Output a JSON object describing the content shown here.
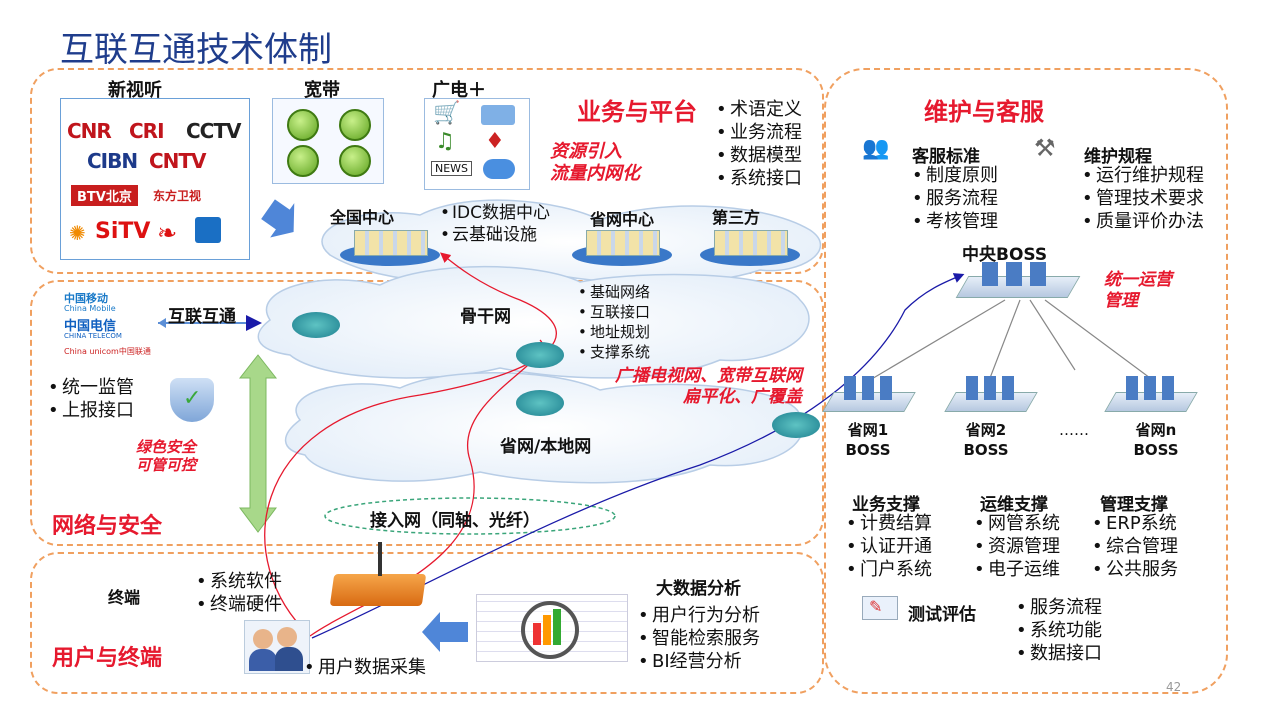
{
  "title": "互联互通技术体制",
  "page_number": "42",
  "business": {
    "heading": "业务与平台",
    "bullets": [
      "术语定义",
      "业务流程",
      "数据模型",
      "系统接口"
    ],
    "resource_text1": "资源引入",
    "resource_text2": "流量内网化",
    "new_av": {
      "heading": "新视听",
      "logos": [
        "CNR",
        "CRI",
        "CCTV",
        "CIBN",
        "CNTV",
        "BTV北京",
        "东方卫视",
        "SiTV"
      ]
    },
    "broadband": {
      "heading": "宽带"
    },
    "broadcast_plus": {
      "heading": "广电＋"
    },
    "national_center": "全国中心",
    "national_bullets": [
      "IDC数据中心",
      "云基础设施"
    ],
    "provincial_center": "省网中心",
    "third_party": "第三方"
  },
  "network": {
    "heading": "网络与安全",
    "carriers": [
      "中国移动",
      "China Mobile",
      "中国电信",
      "CHINA TELECOM",
      "China unicom中国联通"
    ],
    "interconnect": "互联互通",
    "sec_bullets": [
      "统一监管",
      "上报接口"
    ],
    "green_text1": "绿色安全",
    "green_text2": "可管可控",
    "backbone": "骨干网",
    "backbone_bullets": [
      "基础网络",
      "互联接口",
      "地址规划",
      "支撑系统"
    ],
    "broadcast_text1": "广播电视网、宽带互联网",
    "broadcast_text2": "扁平化、广覆盖",
    "provincial_net": "省网/本地网",
    "access_net": "接入网（同轴、光纤）"
  },
  "terminal": {
    "heading": "用户与终端",
    "label": "终端",
    "bullets": [
      "系统软件",
      "终端硬件"
    ],
    "user_data": "用户数据采集",
    "bigdata_heading": "大数据分析",
    "bigdata_bullets": [
      "用户行为分析",
      "智能检索服务",
      "BI经营分析"
    ]
  },
  "maintenance": {
    "heading": "维护与客服",
    "service_std": {
      "heading": "客服标准",
      "bullets": [
        "制度原则",
        "服务流程",
        "考核管理"
      ]
    },
    "maint_rules": {
      "heading": "维护规程",
      "bullets": [
        "运行维护规程",
        "管理技术要求",
        "质量评价办法"
      ]
    },
    "central_boss": "中央BOSS",
    "unified_text1": "统一运营",
    "unified_text2": "管理",
    "boss_nodes": [
      {
        "line1": "省网1",
        "line2": "BOSS"
      },
      {
        "line1": "省网2",
        "line2": "BOSS"
      },
      {
        "line1": "……",
        "line2": ""
      },
      {
        "line1": "省网n",
        "line2": "BOSS"
      }
    ],
    "support": [
      {
        "heading": "业务支撑",
        "bullets": [
          "计费结算",
          "认证开通",
          "门户系统"
        ]
      },
      {
        "heading": "运维支撑",
        "bullets": [
          "网管系统",
          "资源管理",
          "电子运维"
        ]
      },
      {
        "heading": "管理支撑",
        "bullets": [
          "ERP系统",
          "综合管理",
          "公共服务"
        ]
      }
    ],
    "testing": {
      "heading": "测试评估",
      "bullets": [
        "服务流程",
        "系统功能",
        "数据接口"
      ]
    }
  },
  "colors": {
    "title": "#1f3d8c",
    "accent_red": "#e6192e",
    "dashed_border": "#f0a060",
    "arrow_blue": "#2e6fd1",
    "arrow_green": "#8ccb6a"
  }
}
